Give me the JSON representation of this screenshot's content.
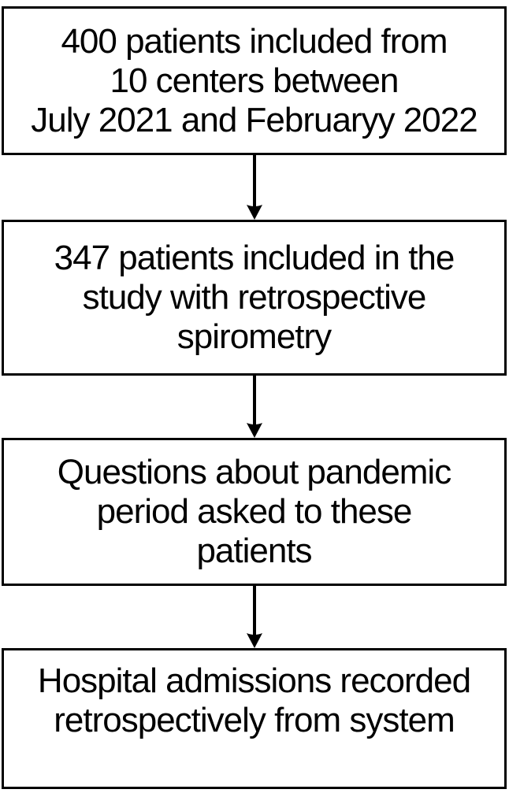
{
  "flowchart": {
    "background_color": "#ffffff",
    "border_color": "#000000",
    "text_color": "#000000",
    "boxes": [
      {
        "id": "box-1",
        "text": "400 patients included from\n10 centers between\nJuly 2021 and Februaryy 2022"
      },
      {
        "id": "box-2",
        "text": "347 patients included in the\nstudy with retrospective\nspirometry"
      },
      {
        "id": "box-3",
        "text": "Questions about pandemic\nperiod asked to these\npatients"
      },
      {
        "id": "box-4",
        "text": "Hospital admissions recorded\nretrospectively from system"
      }
    ],
    "connections": [
      {
        "from": "box-1",
        "to": "box-2"
      },
      {
        "from": "box-2",
        "to": "box-3"
      },
      {
        "from": "box-3",
        "to": "box-4"
      }
    ]
  }
}
